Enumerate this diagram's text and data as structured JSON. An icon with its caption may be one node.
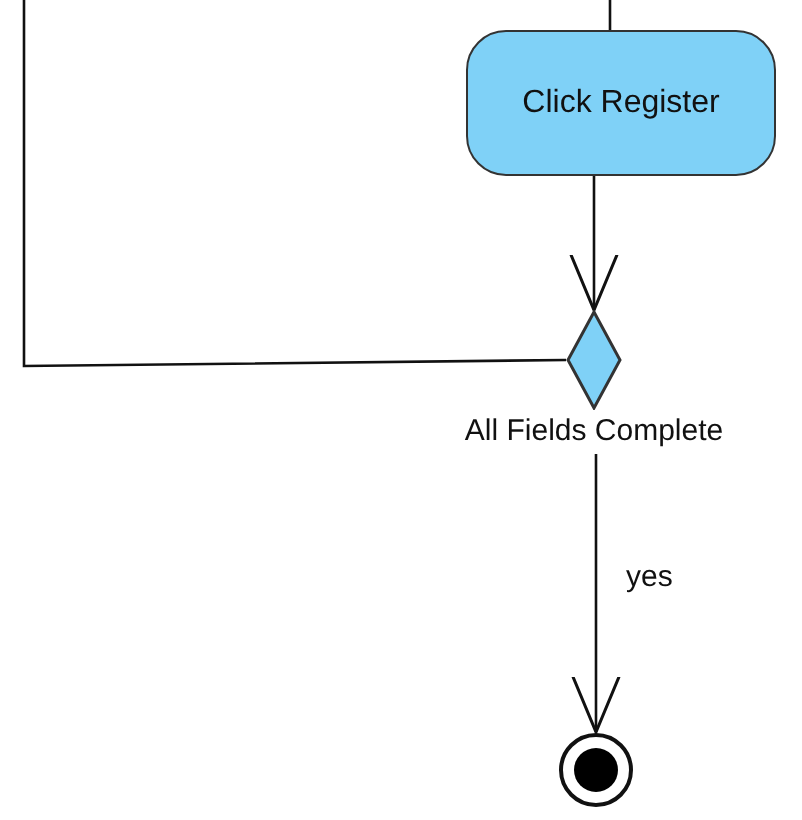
{
  "diagram": {
    "nodes": [
      {
        "text": [
          "Click Register"
        ]
      },
      {
        "text": [],
        "shape": "diamond",
        "beside": [
          "All Fields Complete"
        ]
      },
      {
        "text": [],
        "shape": "circle"
      }
    ],
    "edges": [
      {
        "from": null,
        "to": 0,
        "arrow": "none"
      },
      {
        "from": null,
        "to": 1,
        "arrow": "none"
      },
      {
        "from": 0,
        "to": 1,
        "arrow": "to"
      },
      {
        "from": 1,
        "to": 2,
        "arrow": "to",
        "label": "yes"
      }
    ]
  }
}
